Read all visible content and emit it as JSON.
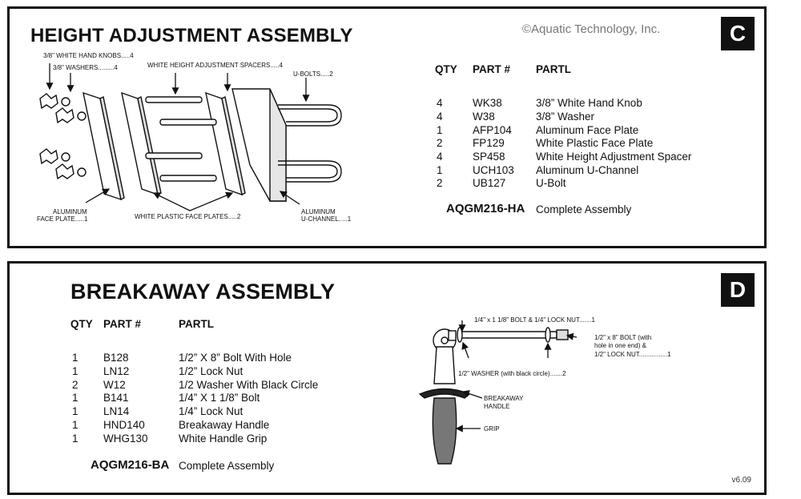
{
  "height": {
    "title": "HEIGHT ADJUSTMENT ASSEMBLY",
    "badge": "C",
    "copyright": "©Aquatic Technology, Inc.",
    "headers": {
      "qty": "QTY",
      "part": "PART #",
      "name": "PARTL"
    },
    "rows": [
      {
        "qty": "4",
        "part": "WK38",
        "name": "3/8” White Hand Knob"
      },
      {
        "qty": "4",
        "part": "W38",
        "name": "3/8” Washer"
      },
      {
        "qty": "1",
        "part": "AFP104",
        "name": "Aluminum Face Plate"
      },
      {
        "qty": "2",
        "part": "FP129",
        "name": "White Plastic Face Plate"
      },
      {
        "qty": "4",
        "part": "SP458",
        "name": "White Height Adjustment Spacer"
      },
      {
        "qty": "1",
        "part": "UCH103",
        "name": "Aluminum U-Channel"
      },
      {
        "qty": "2",
        "part": "UB127",
        "name": "U-Bolt"
      }
    ],
    "assembly": {
      "part": "AQGM216-HA",
      "name": "Complete Assembly"
    },
    "callouts": {
      "knobs": "3/8\" WHITE HAND KNOBS.....4",
      "washers": "3/8\" WASHERS.........4",
      "spacers": "WHITE HEIGHT ADJUSTMENT SPACERS.....4",
      "ubolts": "U-BOLTS.....2",
      "face_plate_1": "ALUMINUM",
      "face_plate_2": "FACE PLATE.....1",
      "plastic": "WHITE PLASTIC FACE PLATES.....2",
      "channel_1": "ALUMINUM",
      "channel_2": "U-CHANNEL.....1"
    }
  },
  "breakaway": {
    "title": "BREAKAWAY ASSEMBLY",
    "badge": "D",
    "headers": {
      "qty": "QTY",
      "part": "PART #",
      "name": "PARTL"
    },
    "rows": [
      {
        "qty": "1",
        "part": "B128",
        "name": "1/2” X 8” Bolt With Hole"
      },
      {
        "qty": "1",
        "part": "LN12",
        "name": "1/2” Lock Nut"
      },
      {
        "qty": "2",
        "part": "W12",
        "name": "1/2 Washer With Black Circle"
      },
      {
        "qty": "1",
        "part": "B141",
        "name": "1/4” X 1 1/8”  Bolt"
      },
      {
        "qty": "1",
        "part": "LN14",
        "name": "1/4” Lock Nut"
      },
      {
        "qty": "1",
        "part": "HND140",
        "name": "Breakaway Handle"
      },
      {
        "qty": "1",
        "part": "WHG130",
        "name": "White Handle Grip"
      }
    ],
    "assembly": {
      "part": "AQGM216-BA",
      "name": "Complete Assembly"
    },
    "callouts": {
      "small_bolt": "1/4\" x 1 1/8\" BOLT & 1/4\" LOCK NUT.......1",
      "big_bolt_1": "1/2\" x 8\" BOLT (with",
      "big_bolt_2": "hole in one end) &",
      "big_bolt_3": "1/2\" LOCK NUT................1",
      "washer": "1/2\" WASHER (with black circle).......2",
      "handle_1": "BREAKAWAY",
      "handle_2": "HANDLE",
      "grip": "GRIP"
    },
    "version": "v6.09"
  }
}
